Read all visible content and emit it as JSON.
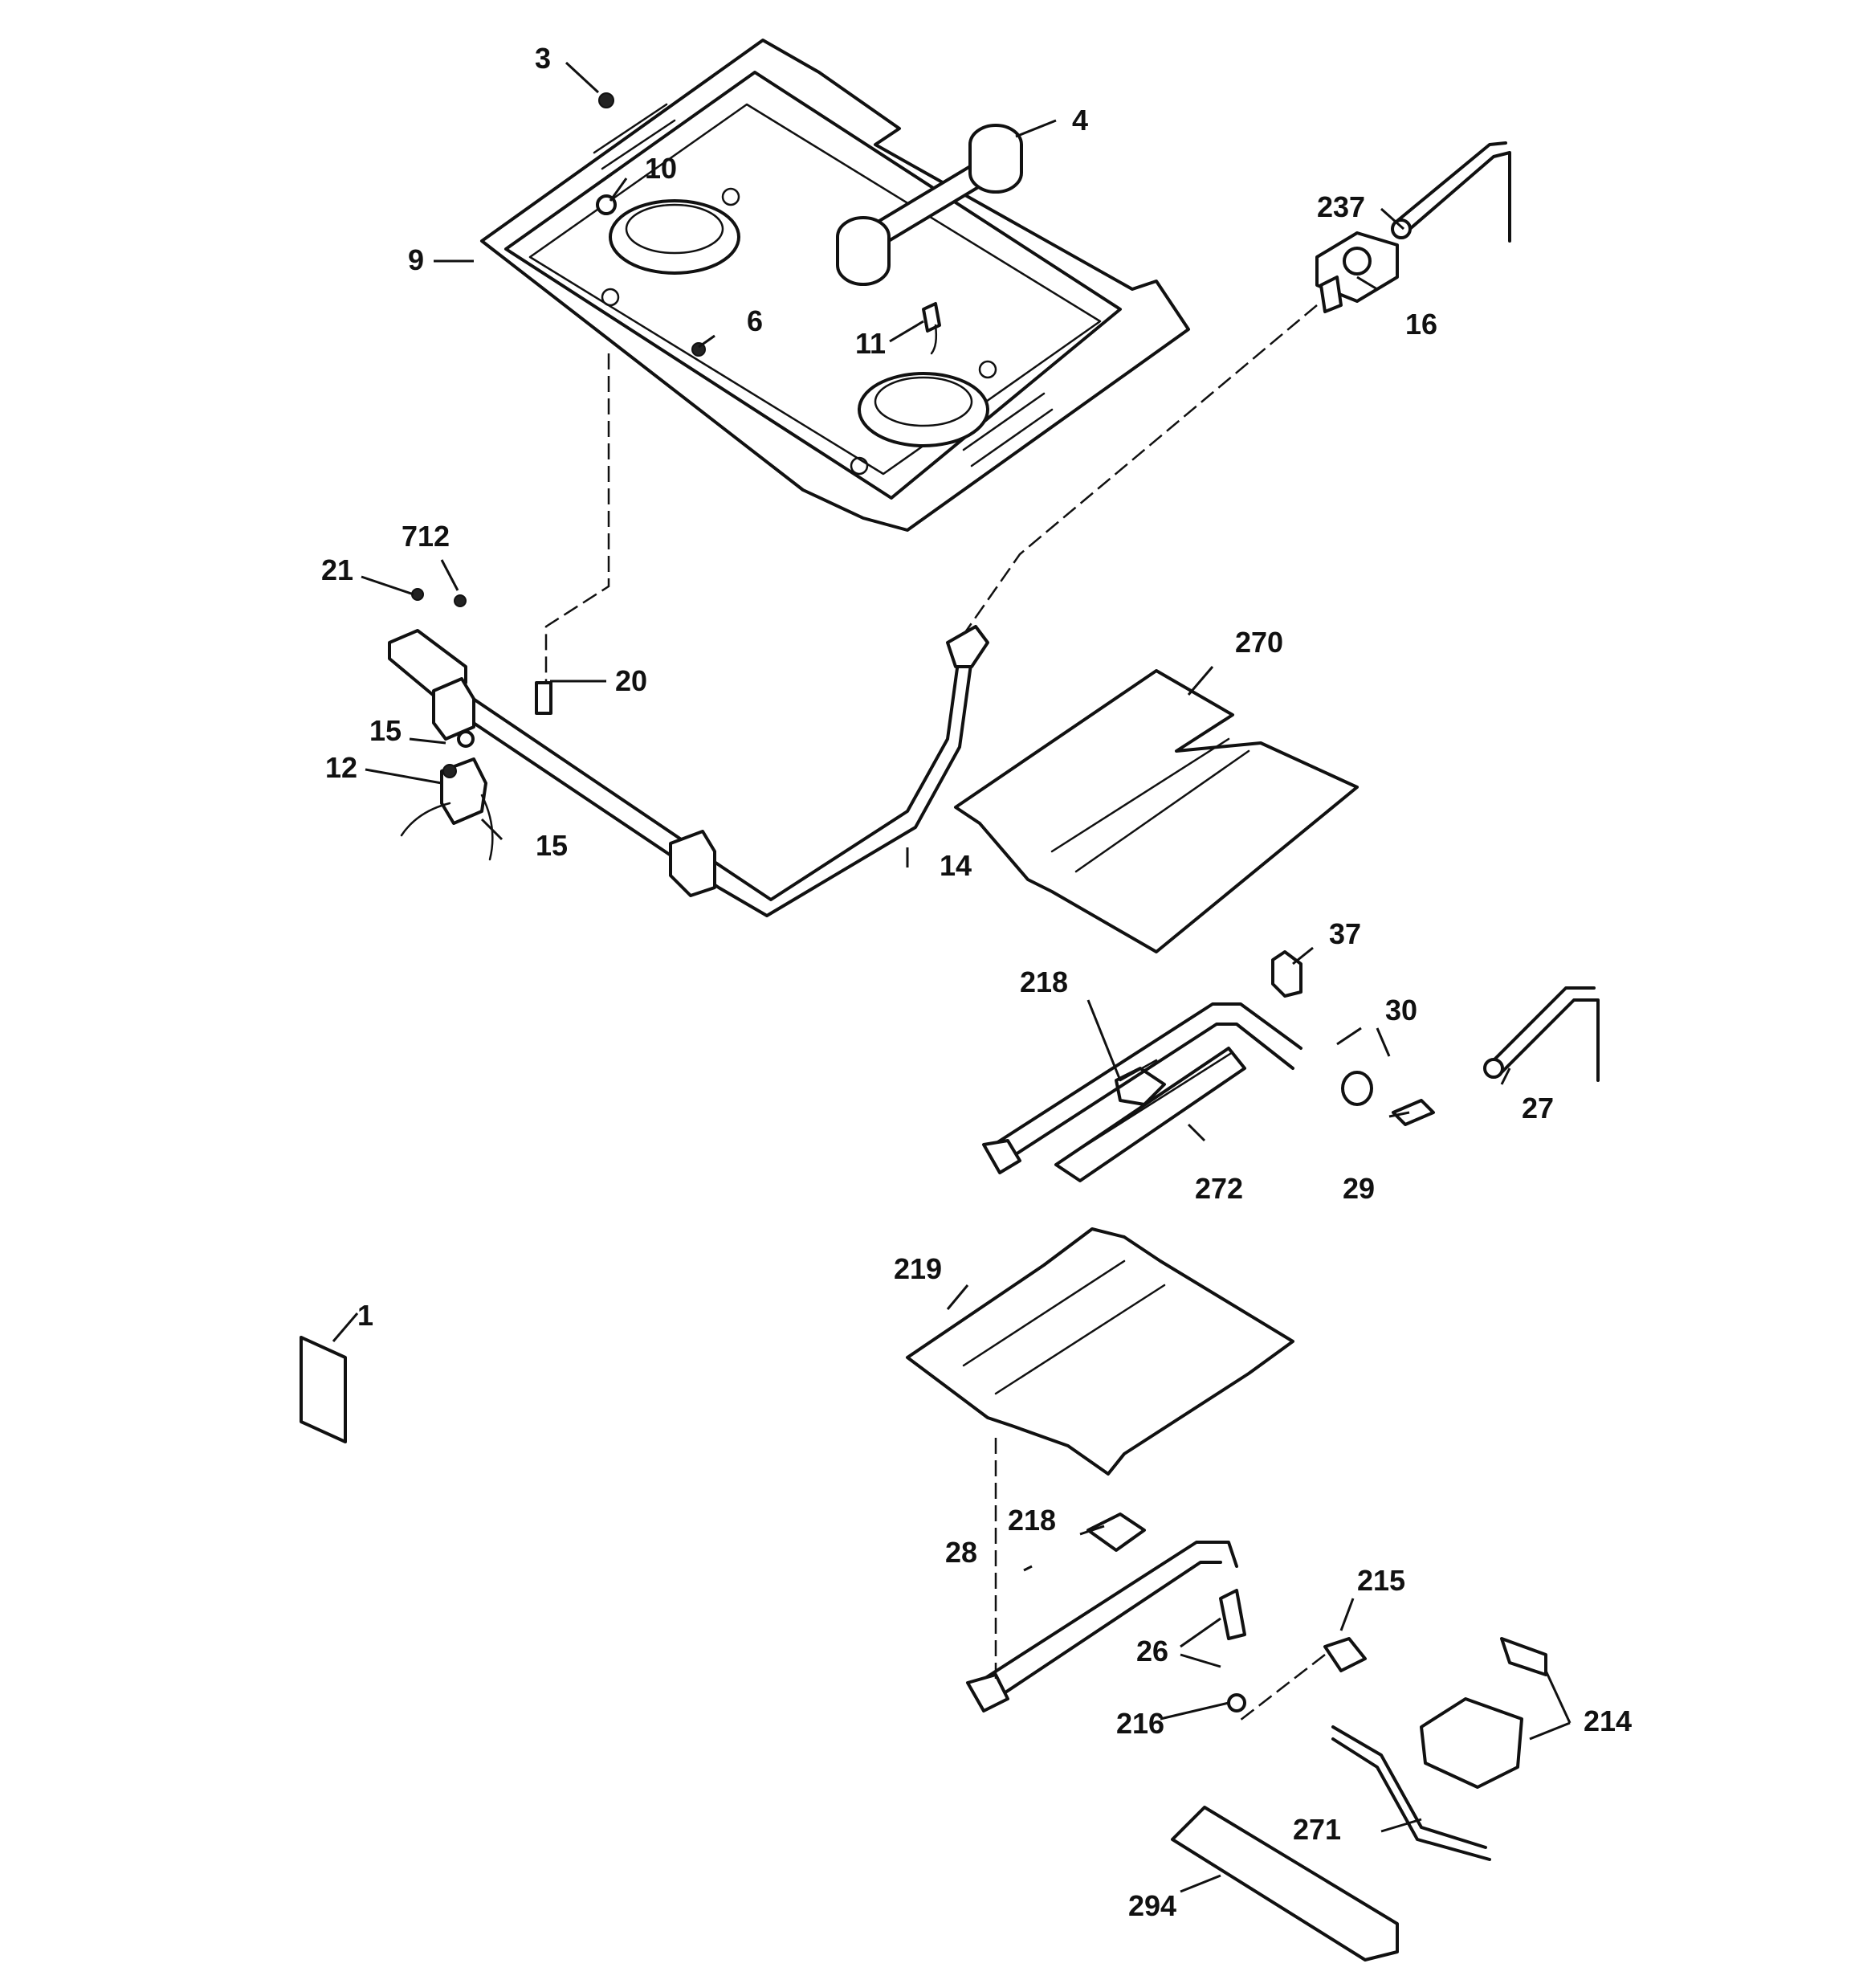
{
  "callouts": {
    "c1": "1",
    "c3": "3",
    "c4": "4",
    "c6": "6",
    "c9": "9",
    "c10": "10",
    "c11": "11",
    "c12": "12",
    "c14": "14",
    "c15a": "15",
    "c15b": "15",
    "c16": "16",
    "c20": "20",
    "c21": "21",
    "c26": "26",
    "c27": "27",
    "c28": "28",
    "c29": "29",
    "c30": "30",
    "c37": "37",
    "c214": "214",
    "c215": "215",
    "c216": "216",
    "c218a": "218",
    "c218b": "218",
    "c219": "219",
    "c237": "237",
    "c270": "270",
    "c271": "271",
    "c272": "272",
    "c294": "294",
    "c712": "712"
  }
}
